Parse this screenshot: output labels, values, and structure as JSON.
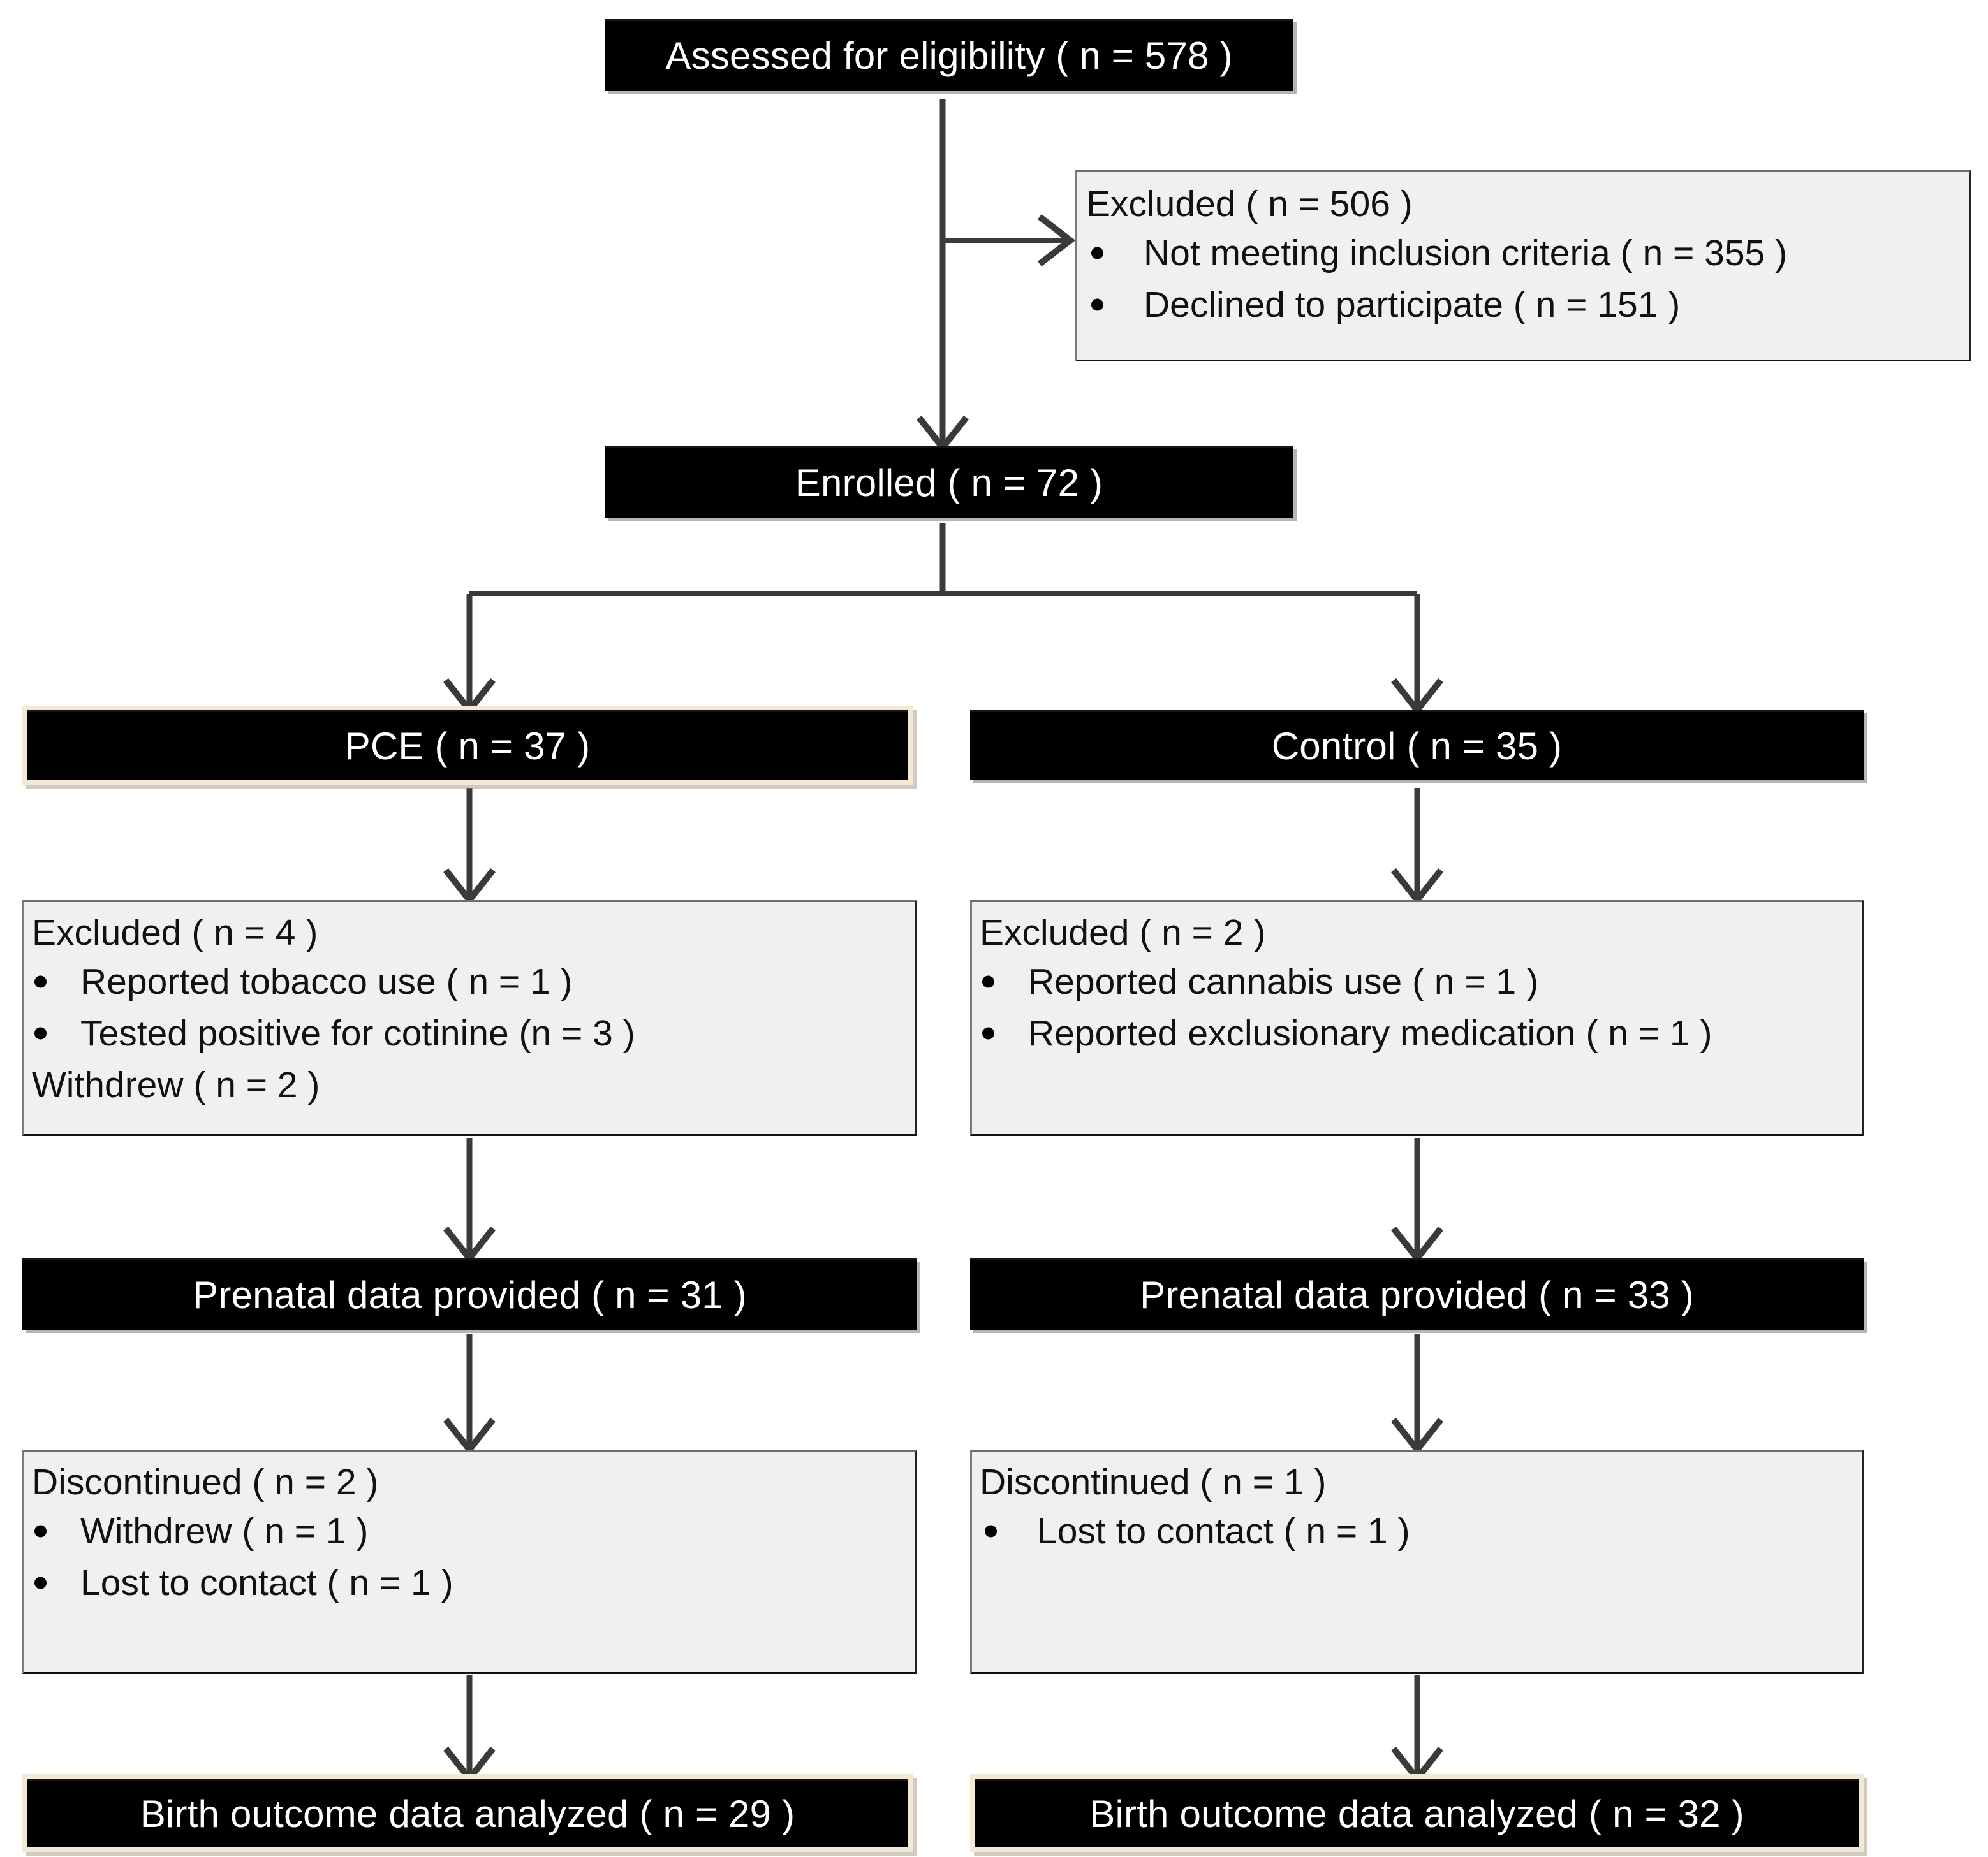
{
  "diagram": {
    "type": "consort-flow-diagram",
    "colors": {
      "node_filled_bg": "#000000",
      "node_filled_text": "#ffffff",
      "node_outlined_bg": "#f0f0f0",
      "node_outlined_text": "#111111",
      "node_outlined_border": "#808080",
      "connector": "#3a3a3a",
      "accent_cream": "#f2ead6",
      "page_bg": "#ffffff"
    },
    "nodes": {
      "assessed": {
        "text": "Assessed for eligibility ( n = 578 )",
        "n": 578
      },
      "excluded_top": {
        "heading": "Excluded ( n = 506 )",
        "n": 506,
        "items": [
          {
            "text": "Not meeting inclusion criteria ( n = 355 )",
            "n": 355
          },
          {
            "text": "Declined to participate ( n = 151 )",
            "n": 151
          }
        ]
      },
      "enrolled": {
        "text": "Enrolled ( n = 72 )",
        "n": 72
      },
      "pce_group": {
        "text": "PCE ( n = 37 )",
        "n": 37
      },
      "control_group": {
        "text": "Control ( n = 35 )",
        "n": 35
      },
      "pce_excluded": {
        "heading": "Excluded ( n = 4 )",
        "n": 4,
        "items": [
          {
            "text": "Reported tobacco use ( n = 1 )",
            "n": 1
          },
          {
            "text": "Tested positive for cotinine (n = 3 )",
            "n": 3
          }
        ],
        "footer": "Withdrew ( n = 2 )"
      },
      "control_excluded": {
        "heading": "Excluded ( n = 2 )",
        "n": 2,
        "items": [
          {
            "text": "Reported cannabis use ( n = 1 )",
            "n": 1
          },
          {
            "text": "Reported exclusionary medication ( n = 1 )",
            "n": 1
          }
        ],
        "footer": ""
      },
      "pce_prenatal": {
        "text": "Prenatal data provided ( n = 31 )",
        "n": 31
      },
      "control_prenatal": {
        "text": "Prenatal data provided ( n = 33 )",
        "n": 33
      },
      "pce_discontinued": {
        "heading": "Discontinued ( n = 2 )",
        "n": 2,
        "items": [
          {
            "text": "Withdrew ( n = 1 )",
            "n": 1
          },
          {
            "text": "Lost to contact ( n = 1 )",
            "n": 1
          }
        ]
      },
      "control_discontinued": {
        "heading": "Discontinued ( n = 1 )",
        "n": 1,
        "items": [
          {
            "text": "Lost to contact ( n = 1 )",
            "n": 1
          }
        ]
      },
      "pce_analyzed": {
        "text": "Birth outcome data analyzed ( n = 29 )",
        "n": 29
      },
      "control_analyzed": {
        "text": "Birth outcome data analyzed ( n = 32 )",
        "n": 32
      }
    }
  }
}
